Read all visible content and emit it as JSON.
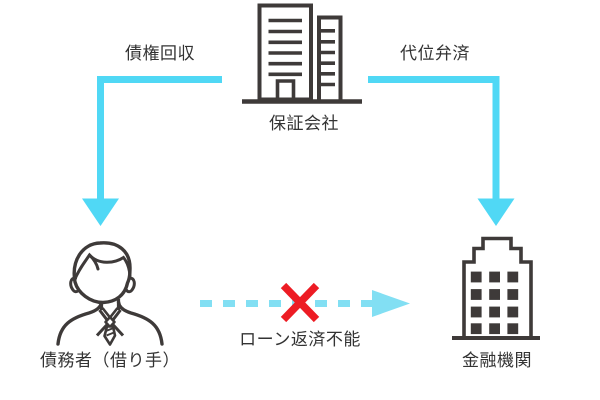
{
  "colors": {
    "arrow_solid": "#50D8F5",
    "arrow_dashed": "#82DFF3",
    "cross_red": "#ED1C24",
    "icon_stroke": "#3E3A39",
    "text": "#333333",
    "background": "#FFFFFF"
  },
  "entities": {
    "guarantor": {
      "label": "保証会社",
      "icon": "office-building-icon"
    },
    "borrower": {
      "label": "債務者（借り手）",
      "icon": "person-icon"
    },
    "bank": {
      "label": "金融機関",
      "icon": "bank-building-icon"
    }
  },
  "relations": {
    "debt_collection": {
      "label": "債権回収",
      "from": "保証会社",
      "to": "債務者（借り手）",
      "style": "solid-arrow"
    },
    "subrogation": {
      "label": "代位弁済",
      "from": "保証会社",
      "to": "金融機関",
      "style": "solid-arrow"
    },
    "loan_default": {
      "label": "ローン返済不能",
      "from": "債務者（借り手）",
      "to": "金融機関",
      "style": "dashed-arrow-blocked"
    }
  }
}
